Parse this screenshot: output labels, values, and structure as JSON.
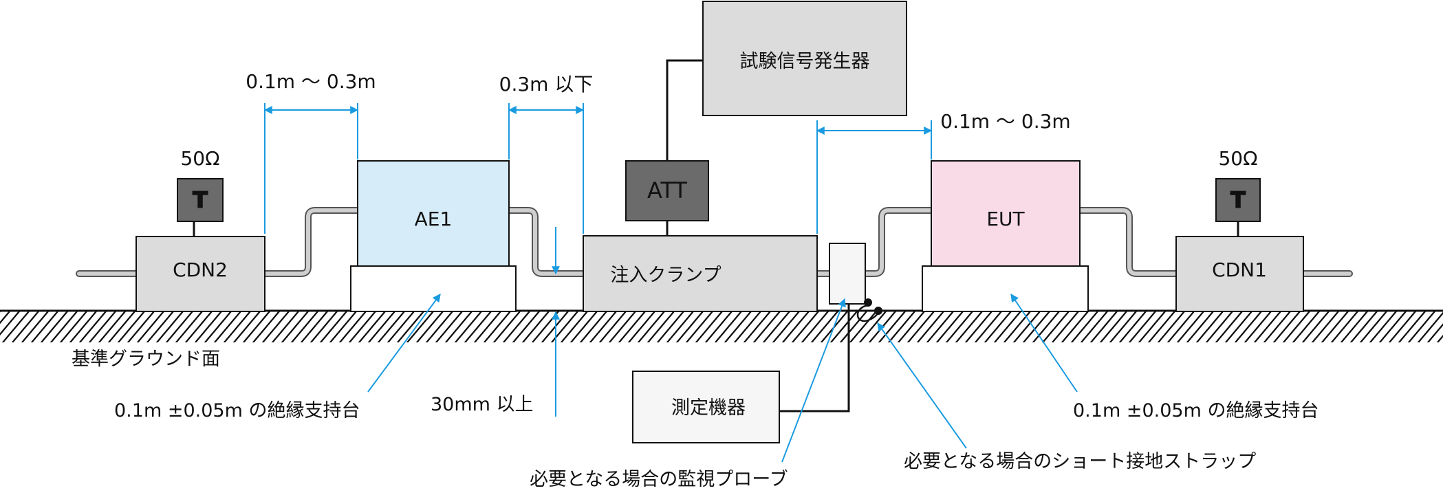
{
  "colors": {
    "dimension_line": "#1a9be0",
    "box_gray": "#dcdcdc",
    "box_dark": "#6b6b6b",
    "ae1_fill": "#d6ecf8",
    "eut_fill": "#f8dbe7",
    "cable_fill": "#cfcfcf",
    "cable_outline": "#555555",
    "ground_hatch": "#111111"
  },
  "boxes": {
    "signal_generator": "試験信号発生器",
    "att": "ATT",
    "injection_clamp": "注入クランプ",
    "ae1": "AE1",
    "eut": "EUT",
    "cdn2": "CDN2",
    "cdn1": "CDN1",
    "terminator_left": "T",
    "terminator_right": "T",
    "measuring_instrument": "測定機器"
  },
  "labels": {
    "ohm_left": "50Ω",
    "ohm_right": "50Ω",
    "dim_cdn2_ae1": "0.1m ～ 0.3m",
    "dim_ae1_clamp": "0.3m 以下",
    "dim_clamp_eut": "0.1m ～ 0.3m",
    "ground_plane": "基準グラウンド面",
    "support_left": "0.1m ±0.05m の絶縁支持台",
    "support_right": "0.1m ±0.05m の絶縁支持台",
    "height_30mm": "30mm 以上",
    "monitor_probe": "必要となる場合の監視プローブ",
    "short_strap": "必要となる場合のショート接地ストラップ"
  }
}
